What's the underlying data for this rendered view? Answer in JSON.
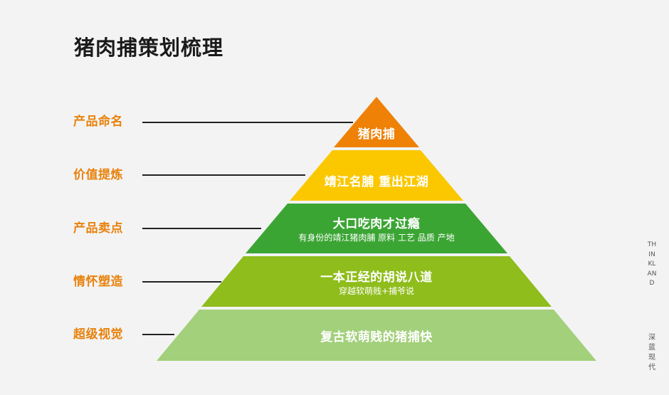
{
  "title": "猪肉捕策划梳理",
  "labels": [
    "产品命名",
    "价值提炼",
    "产品卖点",
    "情怀塑造",
    "超级视觉"
  ],
  "layers": [
    {
      "main": "猪肉捕",
      "sub": "",
      "color": "#ee8106"
    },
    {
      "main": "靖江名脯 重出江湖",
      "sub": "",
      "color": "#fbc800"
    },
    {
      "main": "大口吃肉才过瘾",
      "sub": "有身份的靖江猪肉脯  原料  工艺  品质  产地",
      "color": "#3ba534"
    },
    {
      "main": "一本正经的胡说八道",
      "sub": "穿越软萌贱+捕爷说",
      "color": "#8fbd1c"
    },
    {
      "main": "复古软萌贱的猪捕快",
      "sub": "",
      "color": "#a3d07b"
    }
  ],
  "brand": {
    "english": "THINKLAND",
    "chinese": "深蓝现代"
  }
}
